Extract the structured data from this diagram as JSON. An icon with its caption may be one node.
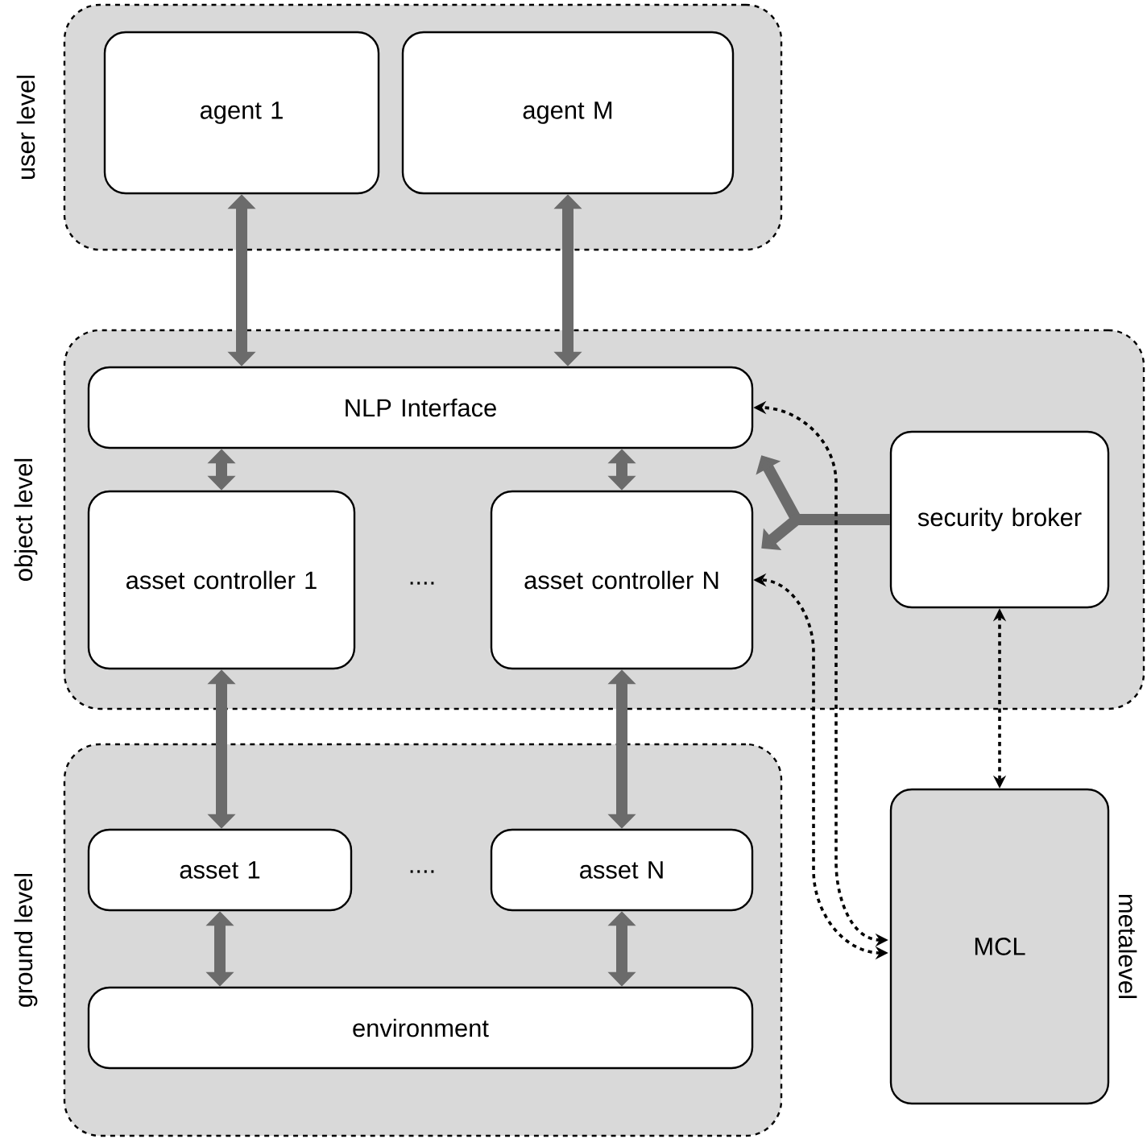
{
  "diagram": {
    "nodes": [
      {
        "text": [
          "user level"
        ]
      },
      {
        "text": [
          "agent 1"
        ],
        "in": 0
      },
      {
        "text": [
          "agent M"
        ],
        "in": 0
      },
      {
        "text": [
          "object level"
        ]
      },
      {
        "text": [
          "NLP Interface"
        ],
        "in": 3
      },
      {
        "text": [
          "asset controller 1"
        ],
        "in": 3
      },
      {
        "text": [
          "asset controller N"
        ],
        "in": 3
      },
      {
        "text": [
          "security broker"
        ],
        "in": 3
      },
      {
        "text": [
          "ground level"
        ]
      },
      {
        "text": [
          "asset 1"
        ],
        "in": 8
      },
      {
        "text": [
          "asset N"
        ],
        "in": 8
      },
      {
        "text": [
          "environment"
        ],
        "in": 8
      },
      {
        "text": [
          "MCL"
        ],
        "beside": [
          "metalevel"
        ]
      }
    ],
    "edges": [
      {
        "from": 1,
        "to": 4,
        "arrow": "both"
      },
      {
        "from": 2,
        "to": 4,
        "arrow": "both"
      },
      {
        "from": 4,
        "to": 5,
        "arrow": "both"
      },
      {
        "from": 4,
        "to": 6,
        "arrow": "both"
      },
      {
        "from": 5,
        "to": 9,
        "arrow": "both"
      },
      {
        "from": 6,
        "to": 10,
        "arrow": "both"
      },
      {
        "from": 9,
        "to": 11,
        "arrow": "both"
      },
      {
        "from": 10,
        "to": 11,
        "arrow": "both"
      },
      {
        "from": 7,
        "to": 4,
        "arrow": "to"
      },
      {
        "from": 7,
        "to": 6,
        "arrow": "to"
      },
      {
        "from": 12,
        "to": 4,
        "arrow": "both",
        "style": "dashed",
        "color": "#000000"
      },
      {
        "from": 12,
        "to": 6,
        "arrow": "both",
        "style": "dashed",
        "color": "#000000"
      },
      {
        "from": 7,
        "to": 12,
        "arrow": "both",
        "style": "dashed",
        "color": "#000000"
      }
    ],
    "labels": [
      "....",
      "...."
    ]
  }
}
